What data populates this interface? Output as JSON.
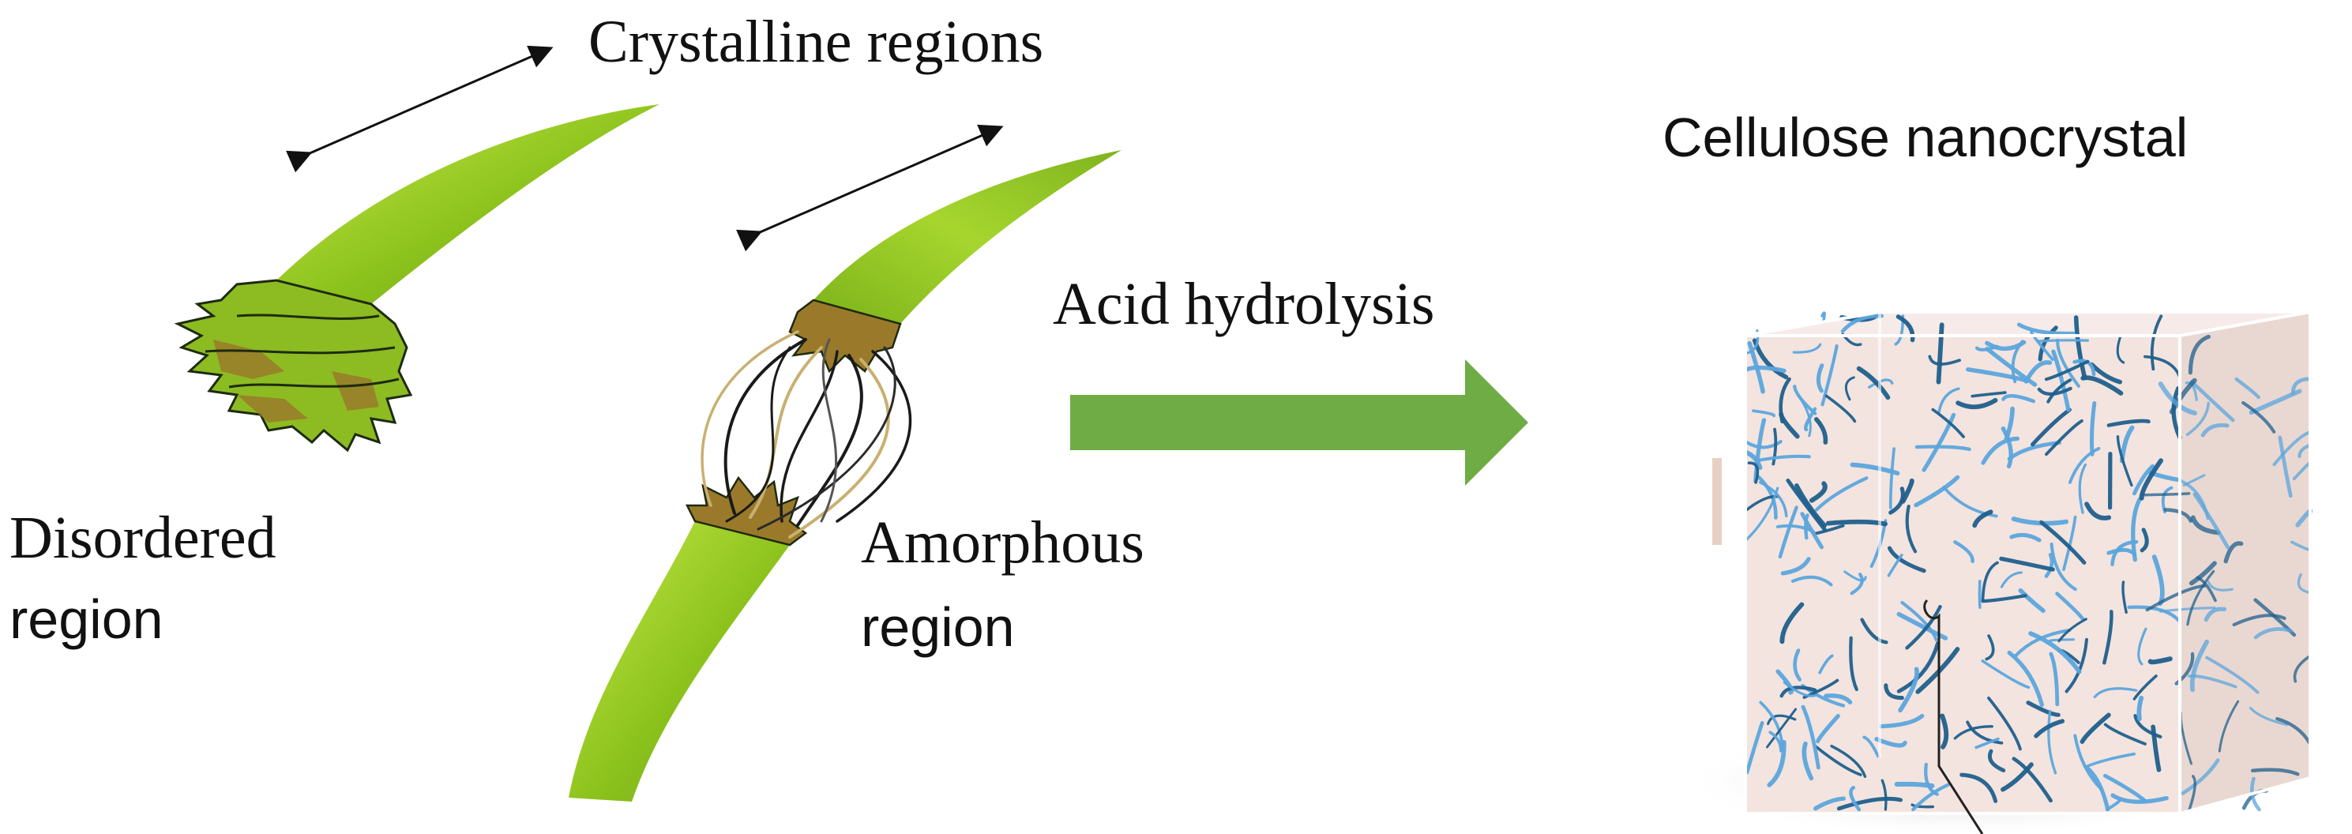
{
  "labels": {
    "crystalline": "Crystalline regions",
    "disordered_line1": "Disordered",
    "disordered_line2": "region",
    "amorphous_line1": "Amorphous",
    "amorphous_line2": "region",
    "process": "Acid hydrolysis",
    "product": "Cellulose nanocrystal"
  },
  "colors": {
    "fiber_light": "#b8e03a",
    "fiber_mid": "#8cc21c",
    "fiber_dark": "#5c8a14",
    "frayed_brown": "#9a7a2a",
    "arrow_green": "#6fac46",
    "cube_fill": "#f3e4df",
    "cube_edge": "#ffffff",
    "nano_light": "#5ba5dc",
    "nano_dark": "#1f5f8c",
    "text": "#111111"
  }
}
